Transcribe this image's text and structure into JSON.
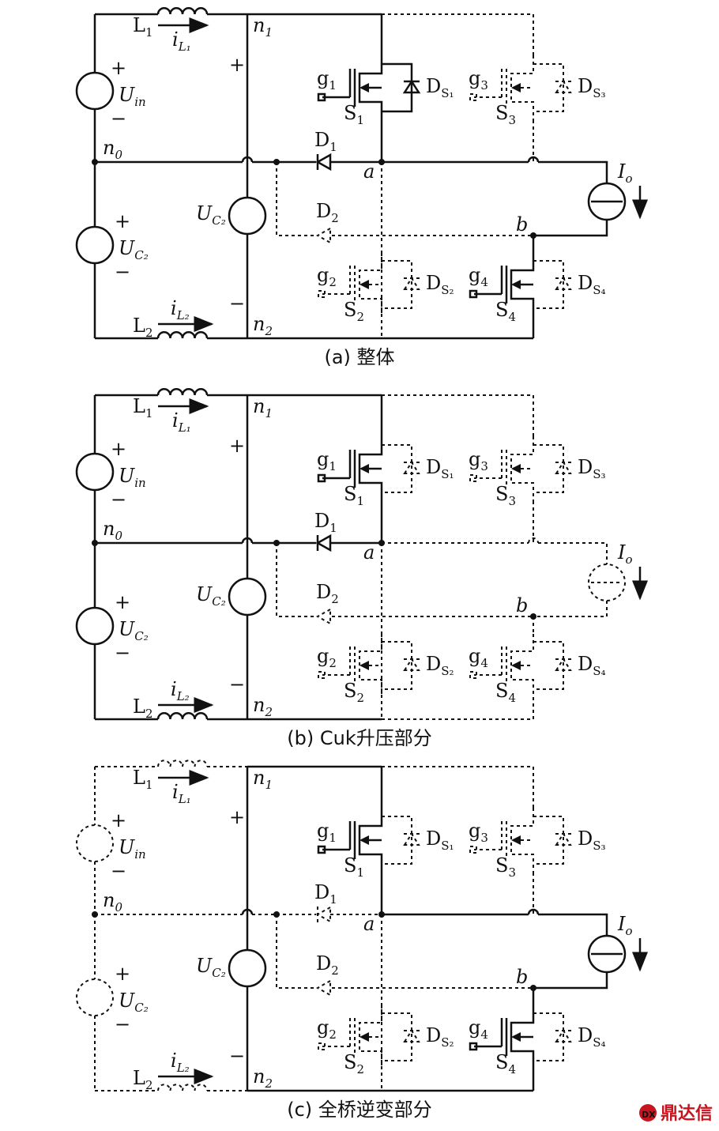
{
  "panels": [
    {
      "caption": "(a) 整体"
    },
    {
      "caption": "(b) Cuk升压部分"
    },
    {
      "caption": "(c) 全桥逆变部分"
    }
  ],
  "labels": {
    "L1": "L",
    "L1_sub": "1",
    "iL1": "i",
    "iL1_sub": "L₁",
    "L2": "L",
    "L2_sub": "2",
    "iL2": "i",
    "iL2_sub": "L₂",
    "n1": "n",
    "n1_sub": "1",
    "n0": "n",
    "n0_sub": "0",
    "n2": "n",
    "n2_sub": "2",
    "Uin": "U",
    "Uin_sub": "in",
    "UC2": "U",
    "UC2_sub": "C₂",
    "D1": "D",
    "D1_sub": "1",
    "D2": "D",
    "D2_sub": "2",
    "S1": "S",
    "S1_sub": "1",
    "S2": "S",
    "S2_sub": "2",
    "S3": "S",
    "S3_sub": "3",
    "S4": "S",
    "S4_sub": "4",
    "g1": "g",
    "g1_sub": "1",
    "g2": "g",
    "g2_sub": "2",
    "g3": "g",
    "g3_sub": "3",
    "g4": "g",
    "g4_sub": "4",
    "DS1": "D",
    "DS1_sub": "S₁",
    "DS2": "D",
    "DS2_sub": "S₂",
    "DS3": "D",
    "DS3_sub": "S₃",
    "DS4": "D",
    "DS4_sub": "S₄",
    "Io": "I",
    "Io_sub": "o",
    "a": "a",
    "b": "b",
    "plus": "+",
    "minus": "−"
  },
  "watermark": "鼎达信",
  "colors": {
    "line": "#111111",
    "watermark": "#c8141e"
  }
}
